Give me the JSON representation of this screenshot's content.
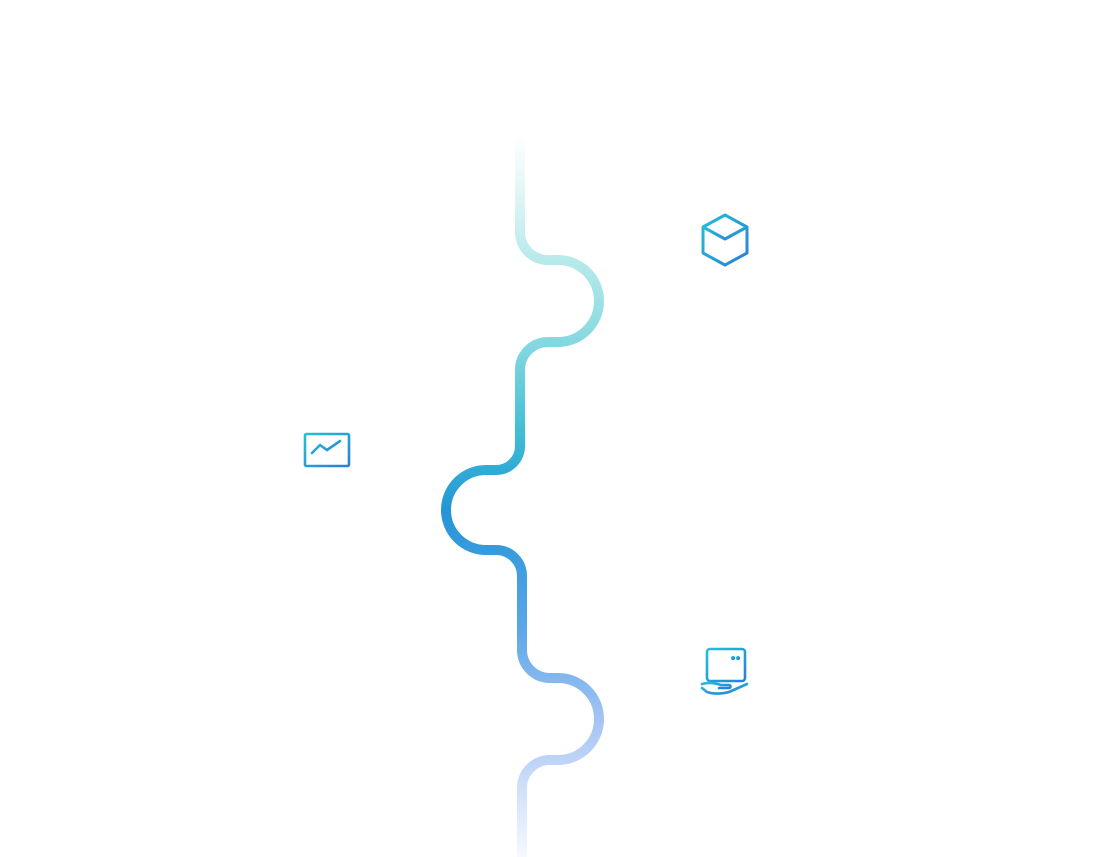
{
  "palette": {
    "path_top": "#ffffff",
    "path_upper": "#b4e9ea",
    "path_mid_teal": "#2fb6cf",
    "path_center": "#2495d6",
    "path_lower": "#5aa6e8",
    "path_fade": "#eef4ff",
    "icon_cyan": "#22c1d6",
    "icon_blue": "#2a7fd9"
  },
  "steps": [
    {
      "id": "step-1",
      "icon": "cube-icon",
      "side": "right"
    },
    {
      "id": "step-2",
      "icon": "monitor-chart-icon",
      "side": "left"
    },
    {
      "id": "step-3",
      "icon": "server-hand-icon",
      "side": "right"
    }
  ]
}
